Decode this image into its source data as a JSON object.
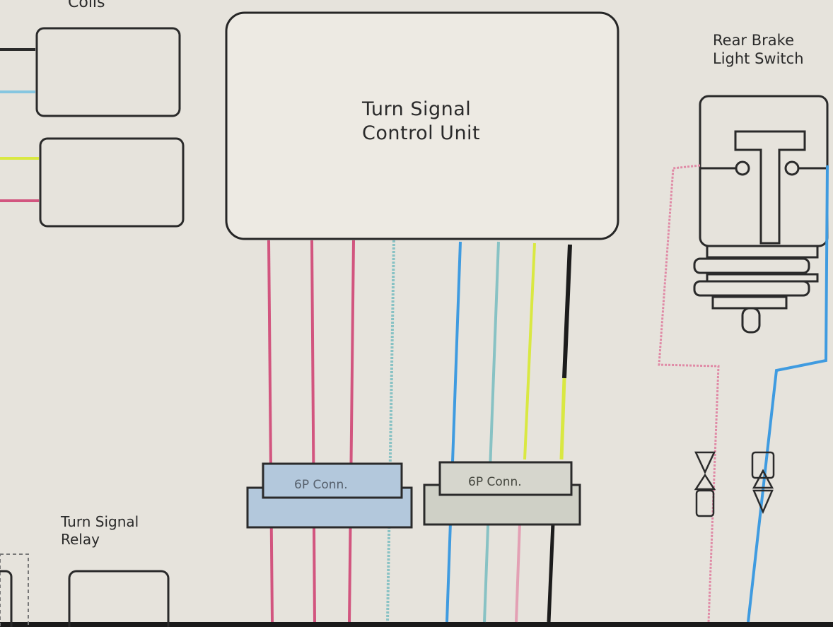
{
  "labels": {
    "coils": "Coils",
    "turn_signal_control_unit": [
      "Turn Signal",
      "Control Unit"
    ],
    "rear_brake_light_switch": [
      "Rear Brake",
      "Light Switch"
    ],
    "turn_signal_relay": [
      "Turn Signal",
      "Relay"
    ],
    "connector_left": "6P Conn.",
    "connector_right": "6P Conn."
  },
  "colors": {
    "paper": "#e6e3dc",
    "outline": "#2a2a2a",
    "pink": "#d2557f",
    "light_blue": "#86c6e0",
    "blue": "#3f9be0",
    "teal": "#88c2c4",
    "yellow": "#d9e842",
    "black": "#1c1c1c",
    "connector_blue": "#b3c8dc",
    "connector_gray": "#cfd0c6"
  }
}
